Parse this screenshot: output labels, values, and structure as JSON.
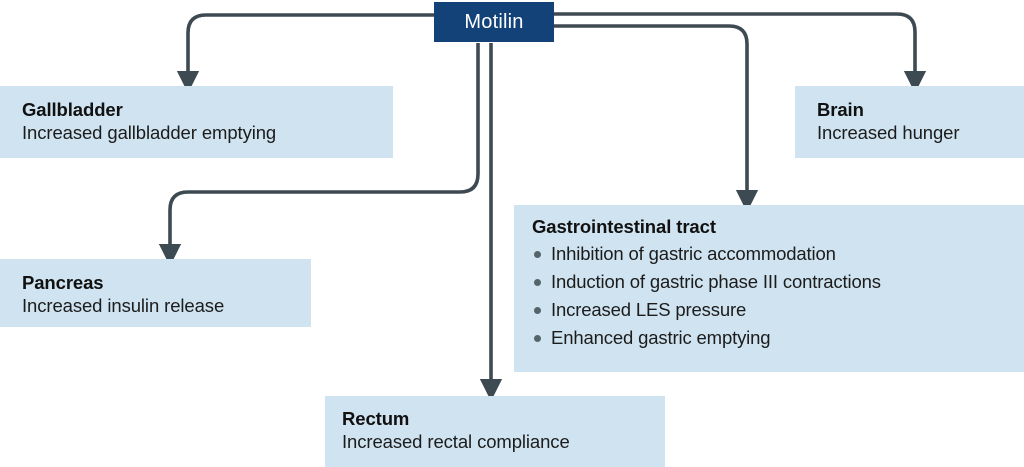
{
  "figure": {
    "type": "flow-diagram",
    "source": {
      "label": "Motilin",
      "box_color": "#134279",
      "text_color": "#ffffff"
    },
    "node_color": "#cfe3f0",
    "connector_color": "#3e4a52",
    "targets": [
      {
        "id": "gallbladder",
        "title": "Gallbladder",
        "subtitle": "Increased gallbladder emptying"
      },
      {
        "id": "brain",
        "title": "Brain",
        "subtitle": "Increased hunger"
      },
      {
        "id": "pancreas",
        "title": "Pancreas",
        "subtitle": "Increased insulin release"
      },
      {
        "id": "gastrointestinal-tract",
        "title": "Gastrointestinal tract",
        "bullets": [
          "Inhibition of gastric accommodation",
          "Induction of gastric phase III contractions",
          "Increased LES pressure",
          "Enhanced gastric emptying"
        ]
      },
      {
        "id": "rectum",
        "title": "Rectum",
        "subtitle": "Increased rectal compliance"
      }
    ]
  }
}
